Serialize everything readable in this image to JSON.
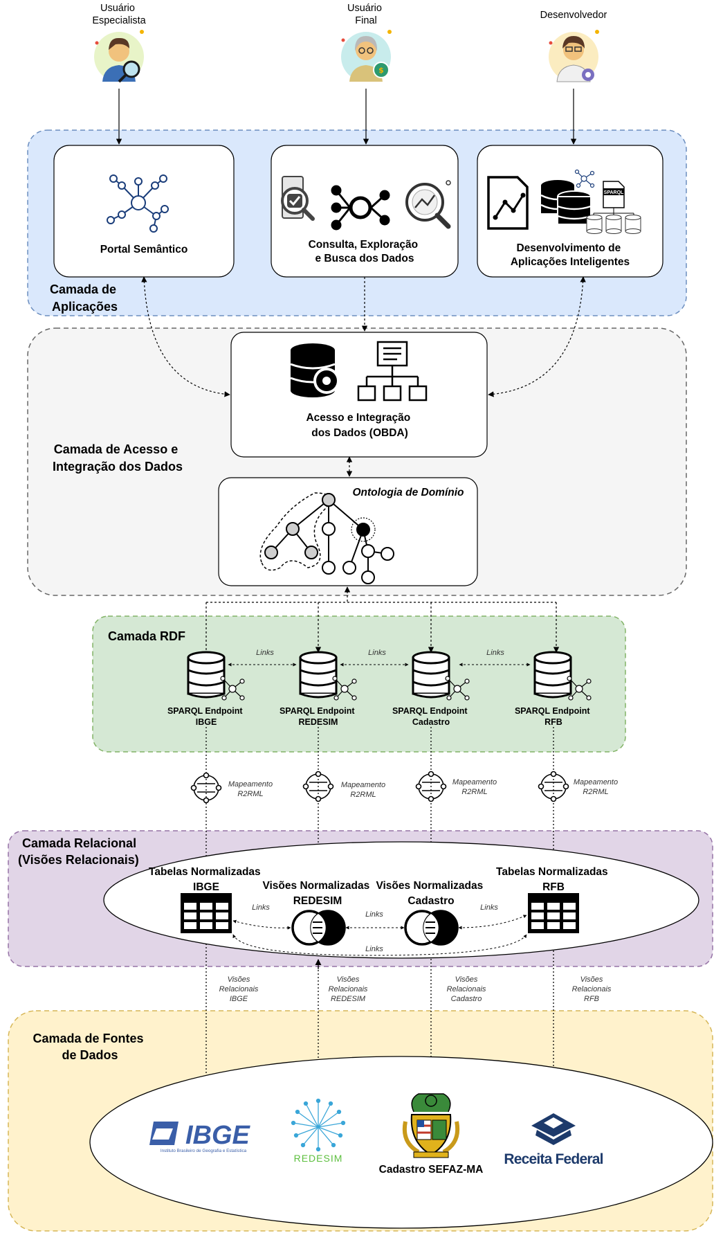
{
  "users": [
    {
      "line1": "Usuário",
      "line2": "Especialista"
    },
    {
      "line1": "Usuário",
      "line2": "Final"
    },
    {
      "line1": "Desenvolvedor",
      "line2": ""
    }
  ],
  "layers": {
    "aplicacoes": {
      "line1": "Camada de",
      "line2": "Aplicações"
    },
    "acesso": {
      "line1": "Camada de Acesso e",
      "line2": "Integração dos Dados"
    },
    "rdf": {
      "label": "Camada RDF"
    },
    "relacional": {
      "line1": "Camada Relacional",
      "line2": "(Visões Relacionais)"
    },
    "fontes": {
      "line1": "Camada de Fontes",
      "line2": "de Dados"
    }
  },
  "apps": {
    "portal": "Portal Semântico",
    "consulta": {
      "line1": "Consulta, Exploração",
      "line2": "e Busca dos Dados"
    },
    "dev": {
      "line1": "Desenvolvimento de",
      "line2": "Aplicações Inteligentes"
    },
    "sparql_icon": "SPARQL"
  },
  "obda": {
    "line1": "Acesso e Integração",
    "line2": "dos Dados (OBDA)"
  },
  "ontologia": "Ontologia de Domínio",
  "endpoints": [
    {
      "line1": "SPARQL Endpoint",
      "line2": "IBGE"
    },
    {
      "line1": "SPARQL Endpoint",
      "line2": "REDESIM"
    },
    {
      "line1": "SPARQL Endpoint",
      "line2": "Cadastro"
    },
    {
      "line1": "SPARQL Endpoint",
      "line2": "RFB"
    }
  ],
  "links_label": "Links",
  "mapping": {
    "line1": "Mapeamento",
    "line2": "R2RML"
  },
  "relational": [
    {
      "line1": "Tabelas Normalizadas",
      "line2": "IBGE"
    },
    {
      "line1": "Visões Normalizadas",
      "line2": "REDESIM"
    },
    {
      "line1": "Visões Normalizadas",
      "line2": "Cadastro"
    },
    {
      "line1": "Tabelas Normalizadas",
      "line2": "RFB"
    }
  ],
  "visoes": [
    {
      "line1": "Visões",
      "line2": "Relacionais",
      "line3": "IBGE"
    },
    {
      "line1": "Visões",
      "line2": "Relacionais",
      "line3": "REDESIM"
    },
    {
      "line1": "Visões",
      "line2": "Relacionais",
      "line3": "Cadastro"
    },
    {
      "line1": "Visões",
      "line2": "Relacionais",
      "line3": "RFB"
    }
  ],
  "sources": {
    "ibge": {
      "logo": "IBGE",
      "sub": "Instituto Brasileiro de Geografia e Estatística"
    },
    "redesim": {
      "logo": "REDESIM"
    },
    "cadastro": {
      "label": "Cadastro SEFAZ-MA"
    },
    "rfb": {
      "logo": "Receita Federal"
    }
  },
  "colors": {
    "aplicacoes_bg": "#dae8fc",
    "aplicacoes_border": "#6c8ebf",
    "acesso_bg": "#f5f5f5",
    "acesso_border": "#666666",
    "rdf_bg": "#d5e8d4",
    "rdf_border": "#82b366",
    "relacional_bg": "#e1d5e7",
    "relacional_border": "#9673a6",
    "fontes_bg": "#fff2cc",
    "fontes_border": "#d6b656",
    "ibge_blue": "#3a5ea8",
    "redesim_green": "#5cbf3e",
    "rfb_navy": "#1d3a6b"
  }
}
